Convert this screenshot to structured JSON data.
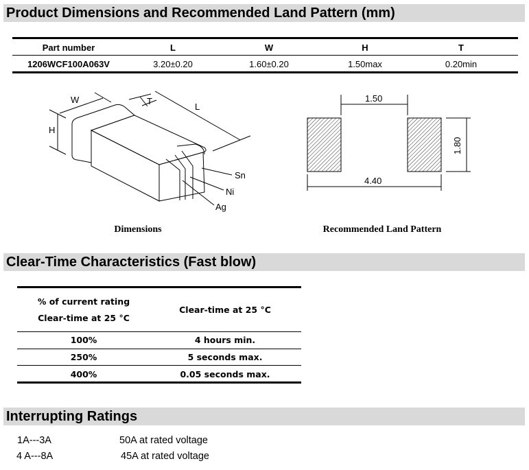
{
  "sections": {
    "dimensions_title": "Product Dimensions and Recommended Land Pattern (mm)",
    "clear_time_title": "Clear-Time Characteristics (Fast blow)",
    "interrupting_title": "Interrupting Ratings"
  },
  "dim_table": {
    "headers": [
      "Part number",
      "L",
      "W",
      "H",
      "T"
    ],
    "row": [
      "1206WCF100A063V",
      "3.20±0.20",
      "1.60±0.20",
      "1.50max",
      "0.20min"
    ]
  },
  "figures": {
    "dimensions_caption": "Dimensions",
    "land_caption": "Recommended Land Pattern",
    "labels": {
      "W": "W",
      "T": "T",
      "L": "L",
      "H": "H",
      "Sn": "Sn",
      "Ni": "Ni",
      "Ag": "Ag"
    },
    "land": {
      "gap": "1.50",
      "height": "1.80",
      "total": "4.40"
    }
  },
  "clear_table": {
    "header_left_1": "% of current rating",
    "header_left_2": "Clear-time at 25 °C",
    "header_right": "Clear-time at 25 °C",
    "rows": [
      [
        "100%",
        "4 hours min."
      ],
      [
        "250%",
        "5 seconds max."
      ],
      [
        "400%",
        "0.05 seconds max."
      ]
    ]
  },
  "ratings": [
    [
      "1A---3A",
      "50A at rated voltage"
    ],
    [
      "4 A---8A",
      "45A at rated voltage"
    ]
  ]
}
